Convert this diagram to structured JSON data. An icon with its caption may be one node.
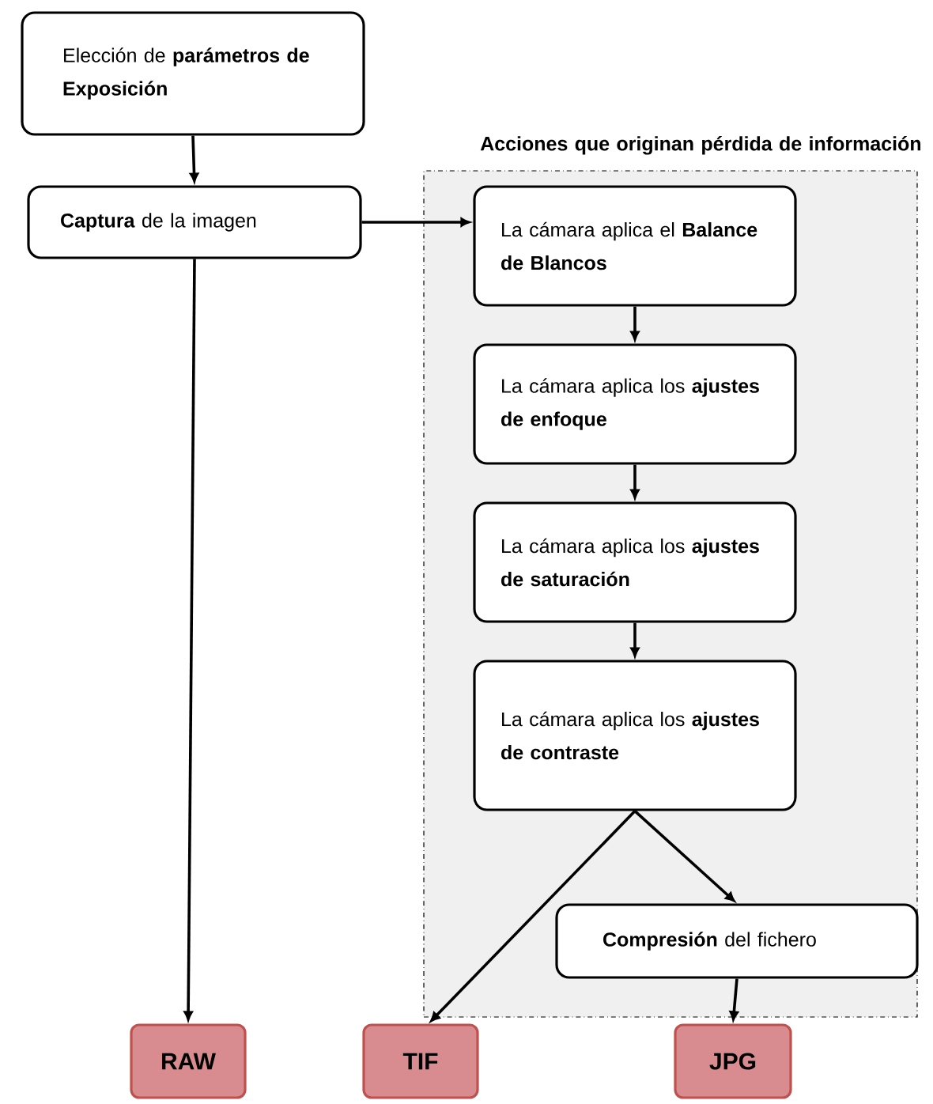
{
  "diagram": {
    "nodes": [
      {
        "text": [
          "Elección de **parámetros de Exposición**"
        ]
      },
      {
        "text": [
          "**Captura** de la imagen"
        ]
      },
      {
        "text": [
          "Acciones que originan pérdida de información"
        ]
      },
      {
        "text": [
          "La cámara aplica el **Balance de Blancos**"
        ],
        "in": 2
      },
      {
        "text": [
          "La cámara aplica los **ajustes de enfoque**"
        ],
        "in": 2
      },
      {
        "text": [
          "La cámara aplica los **ajustes de saturación**"
        ],
        "in": 2
      },
      {
        "text": [
          "La cámara aplica los **ajustes de contraste**"
        ],
        "in": 2
      },
      {
        "text": [
          "**Compresión** del fichero"
        ],
        "in": 2
      },
      {
        "text": [
          "RAW"
        ]
      },
      {
        "text": [
          "TIF"
        ]
      },
      {
        "text": [
          "JPG"
        ]
      }
    ],
    "edges": [
      {
        "from": 0,
        "to": 1,
        "arrow": "to"
      },
      {
        "from": 1,
        "to": 3,
        "arrow": "to"
      },
      {
        "from": 1,
        "to": 8,
        "arrow": "to"
      },
      {
        "from": 3,
        "to": 4,
        "arrow": "to"
      },
      {
        "from": 4,
        "to": 5,
        "arrow": "to"
      },
      {
        "from": 5,
        "to": 6,
        "arrow": "to"
      },
      {
        "from": 6,
        "to": 9,
        "arrow": "to"
      },
      {
        "from": 6,
        "to": 7,
        "arrow": "to"
      },
      {
        "from": 7,
        "to": 10,
        "arrow": "to"
      }
    ]
  }
}
